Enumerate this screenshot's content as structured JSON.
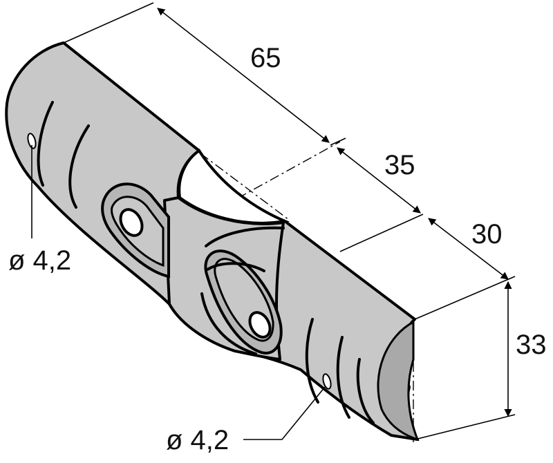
{
  "colors": {
    "part_fill": "#c8c8c8",
    "part_shadow": "#a9a9a9",
    "line": "#000000",
    "background": "#ffffff"
  },
  "dimensions": {
    "overall_length": "65",
    "center_length": "35",
    "end_length": "30",
    "height": "33"
  },
  "holes": {
    "left_hole_label": "ø 4,2",
    "right_hole_label": "ø 4,2"
  }
}
